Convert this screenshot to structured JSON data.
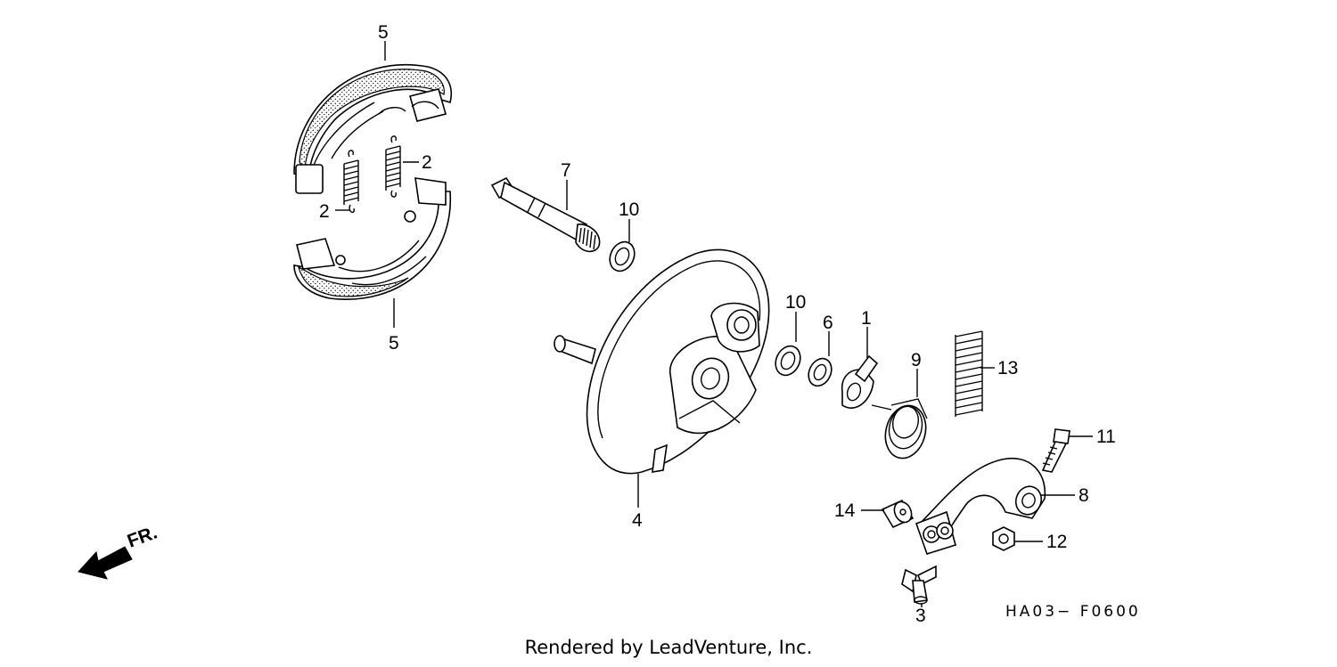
{
  "diagram": {
    "callouts": {
      "shoe_top": "5",
      "shoe_bottom": "5",
      "spring_right": "2",
      "spring_left": "2",
      "camshaft": "7",
      "seal_upper": "10",
      "seal_lower": "10",
      "oring": "6",
      "indicator_plate": "1",
      "return_spring": "9",
      "rod_spring": "13",
      "bolt": "11",
      "brake_arm": "8",
      "joint_pin": "14",
      "nut": "12",
      "wing_nut": "3",
      "brake_panel": "4"
    },
    "direction_label": "FR.",
    "figure_code": "HA03− F0600"
  },
  "footer": {
    "credit": "Rendered by LeadVenture, Inc."
  }
}
